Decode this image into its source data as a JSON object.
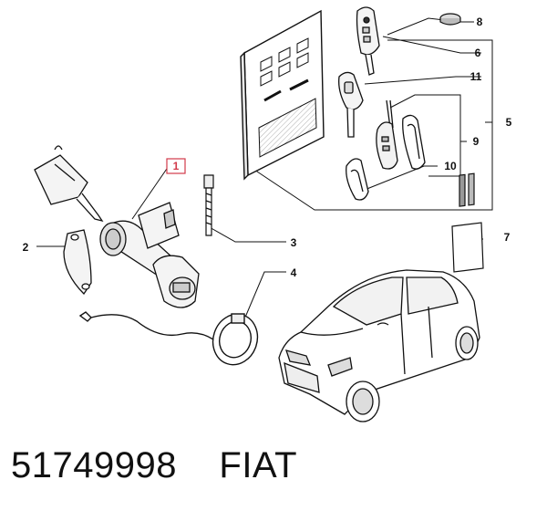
{
  "callouts": [
    "1",
    "2",
    "3",
    "4",
    "5",
    "6",
    "7",
    "8",
    "9",
    "10",
    "11"
  ],
  "caption": {
    "part_number": "51749998",
    "brand": "FIAT"
  },
  "colors": {
    "line": "#111111",
    "highlight": "#d23a4a",
    "fill": "#f2f2f2"
  }
}
